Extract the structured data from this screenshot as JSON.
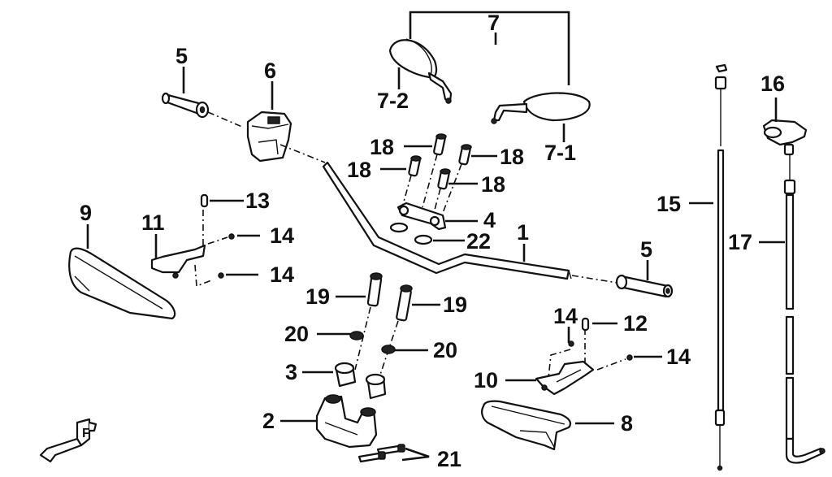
{
  "diagram": {
    "title": "Handlebar exploded parts diagram",
    "labels": {
      "l1": "1",
      "l2": "2",
      "l3": "3",
      "l4": "4",
      "l5a": "5",
      "l5b": "5",
      "l6": "6",
      "l7": "7",
      "l7_1": "7-1",
      "l7_2": "7-2",
      "l8": "8",
      "l9": "9",
      "l10": "10",
      "l11": "11",
      "l12": "12",
      "l13": "13",
      "l14a": "14",
      "l14b": "14",
      "l14c": "14",
      "l14d": "14",
      "l15": "15",
      "l16": "16",
      "l17": "17",
      "l18a": "18",
      "l18b": "18",
      "l18c": "18",
      "l18d": "18",
      "l19a": "19",
      "l19b": "19",
      "l20a": "20",
      "l20b": "20",
      "l21": "21",
      "l22": "22"
    },
    "parts": [
      {
        "id": "1",
        "name": "handlebar"
      },
      {
        "id": "2",
        "name": "handlebar-riser-base"
      },
      {
        "id": "3",
        "name": "riser-bushing"
      },
      {
        "id": "4",
        "name": "handlebar-upper-clamp"
      },
      {
        "id": "5",
        "name": "grip"
      },
      {
        "id": "6",
        "name": "switch-housing"
      },
      {
        "id": "7",
        "name": "mirror-set"
      },
      {
        "id": "7-1",
        "name": "right-mirror"
      },
      {
        "id": "7-2",
        "name": "left-mirror"
      },
      {
        "id": "8",
        "name": "right-hand-guard"
      },
      {
        "id": "9",
        "name": "left-hand-guard"
      },
      {
        "id": "10",
        "name": "right-guard-bracket"
      },
      {
        "id": "11",
        "name": "left-guard-bracket"
      },
      {
        "id": "12",
        "name": "bolt"
      },
      {
        "id": "13",
        "name": "bolt"
      },
      {
        "id": "14",
        "name": "screw"
      },
      {
        "id": "15",
        "name": "cable"
      },
      {
        "id": "16",
        "name": "throttle-housing"
      },
      {
        "id": "17",
        "name": "throttle-cable"
      },
      {
        "id": "18",
        "name": "clamp-bolt"
      },
      {
        "id": "19",
        "name": "riser-bolt"
      },
      {
        "id": "20",
        "name": "washer"
      },
      {
        "id": "21",
        "name": "base-bolt"
      },
      {
        "id": "22",
        "name": "spacer-washer"
      }
    ],
    "front_indicator": "F"
  }
}
